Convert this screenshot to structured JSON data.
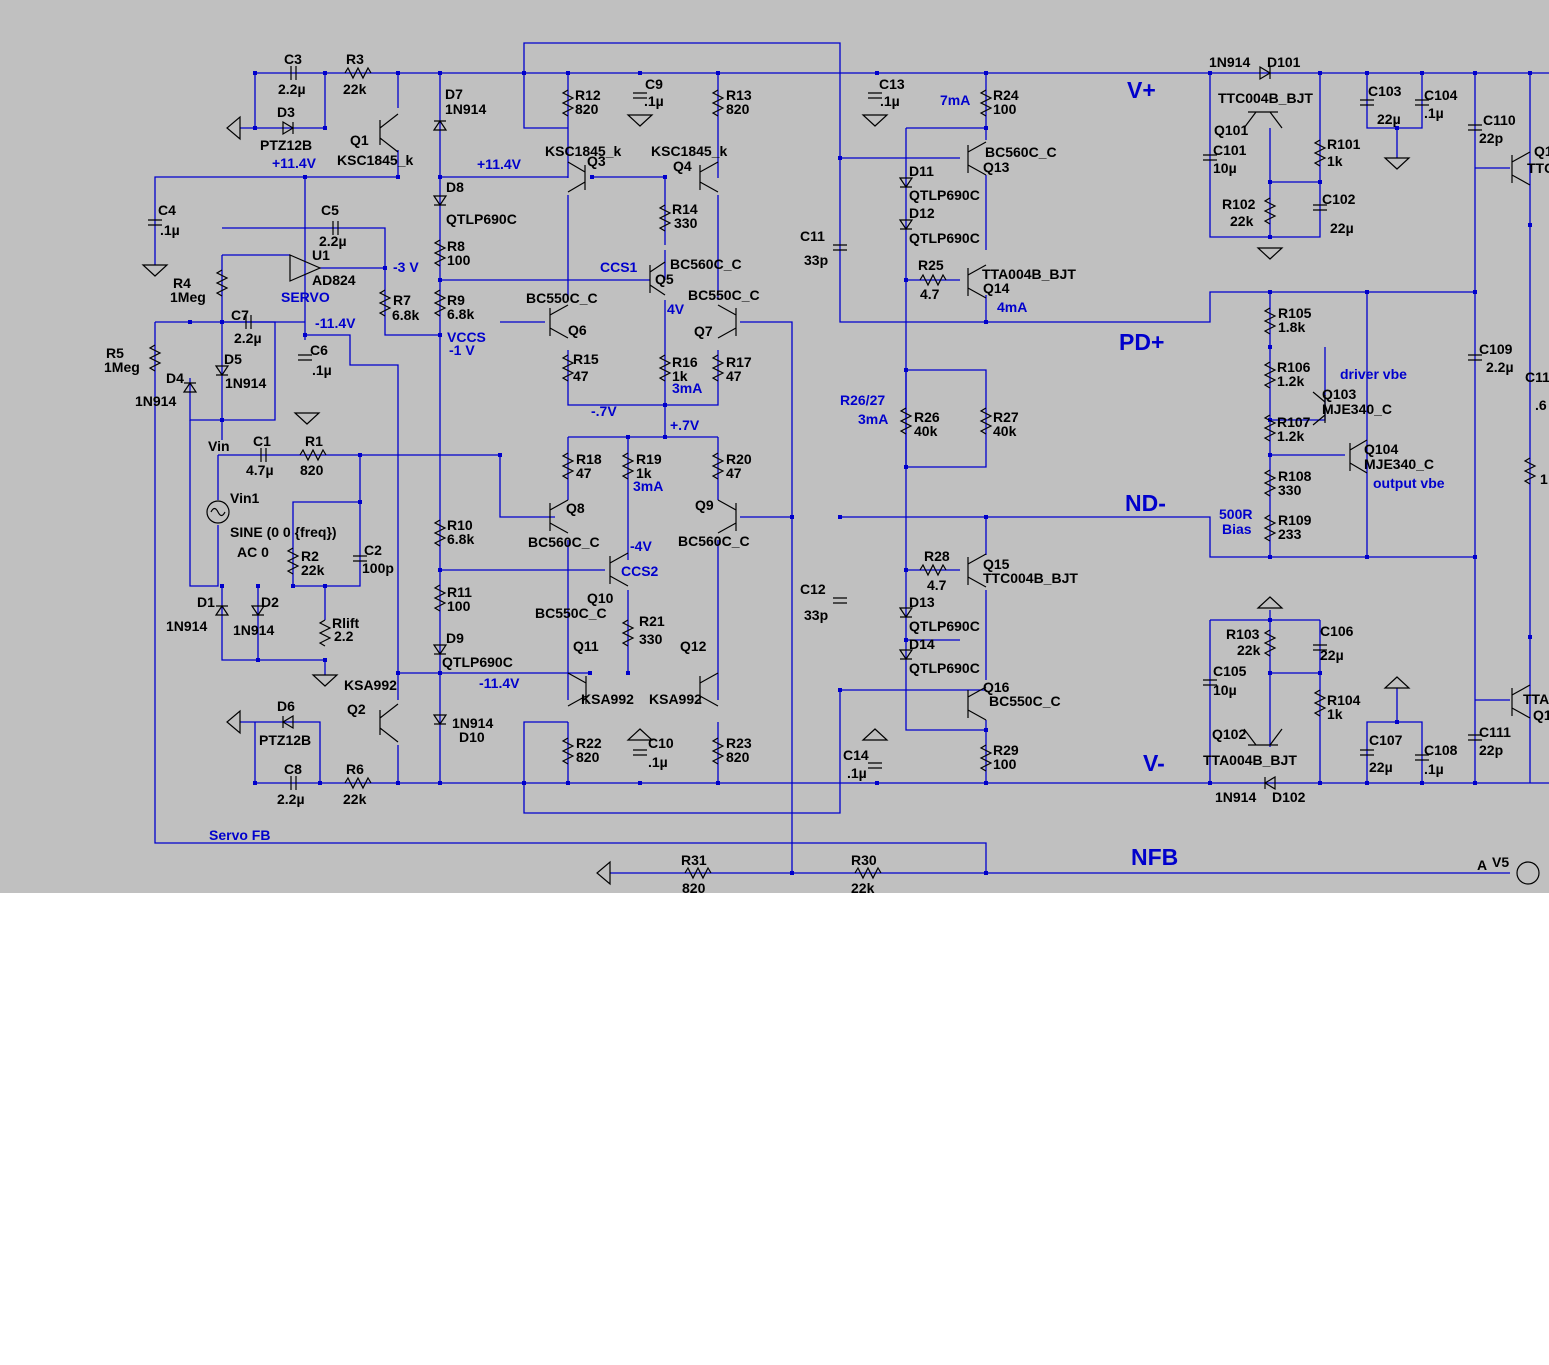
{
  "colors": {
    "background": "#c0c0c0",
    "wire": "#0000cc",
    "component_label": "#000000",
    "net_label": "#0000cc",
    "page": "#ffffff"
  },
  "rails": {
    "vpos": "V+",
    "vneg": "V-",
    "pd": "PD+",
    "nd": "ND-",
    "nfb": "NFB",
    "servo_fb": "Servo FB"
  },
  "annotations": {
    "plus_11_4a": "+11.4V",
    "plus_11_4b": "+11.4V",
    "minus_3": "-3 V",
    "minus_11_4a": "-11.4V",
    "minus_11_4b": "-11.4V",
    "servo": "SERVO",
    "vccs": "VCCS",
    "vccs_v": "-1 V",
    "ccs1": "CCS1",
    "ccs2": "CCS2",
    "four_v": "4V",
    "minus_4v": "-4V",
    "three_ma_a": "3mA",
    "three_ma_b": "3mA",
    "minus_07": "-.7V",
    "plus_07": "+.7V",
    "seven_ma": "7mA",
    "four_ma": "4mA",
    "r2627": "R26/27",
    "r2627_i": "3mA",
    "driver_vbe": "driver vbe",
    "output_vbe": "output vbe",
    "bias_500r": "500R",
    "bias": "Bias"
  },
  "labels": {
    "C3": "C3",
    "C3v": "2.2µ",
    "R3": "R3",
    "R3v": "22k",
    "D3": "D3",
    "D3v": "PTZ12B",
    "Q1": "Q1",
    "Q1t": "KSC1845_k",
    "D7": "D7",
    "D7v": "1N914",
    "C4": "C4",
    "C4v": ".1µ",
    "C5": "C5",
    "C5v": "2.2µ",
    "U1": "U1",
    "U1t": "AD824",
    "R4": "R4",
    "R4v": "1Meg",
    "C7": "C7",
    "C7v": "2.2µ",
    "D5": "D5",
    "D5v": "1N914",
    "R7": "R7",
    "R7v": "6.8k",
    "C6": "C6",
    "C6v": ".1µ",
    "R5": "R5",
    "R5v": "1Meg",
    "D4": "D4",
    "D4v": "1N914",
    "Vin": "Vin",
    "C1": "C1",
    "C1v": "4.7µ",
    "R1": "R1",
    "R1v": "820",
    "Vin1": "Vin1",
    "sine": "SINE (0 0 {freq})",
    "ac": "AC 0",
    "R2": "R2",
    "R2v": "22k",
    "C2": "C2",
    "C2v": "100p",
    "D1": "D1",
    "D1v": "1N914",
    "D2": "D2",
    "D2v": "1N914",
    "Rlift": "Rlift",
    "Rliftv": "2.2",
    "Q2t": "KSA992",
    "Q2": "Q2",
    "D6": "D6",
    "D6v": "PTZ12B",
    "C8": "C8",
    "C8v": "2.2µ",
    "R6": "R6",
    "R6v": "22k",
    "D8": "D8",
    "D8v": "QTLP690C",
    "R8": "R8",
    "R8v": "100",
    "R9": "R9",
    "R9v": "6.8k",
    "R10": "R10",
    "R10v": "6.8k",
    "R11": "R11",
    "R11v": "100",
    "D9": "D9",
    "D9v": "QTLP690C",
    "D10": "D10",
    "D10v": "1N914",
    "R12": "R12",
    "R12v": "820",
    "C9": "C9",
    "C9v": ".1µ",
    "R13": "R13",
    "R13v": "820",
    "Q3t": "KSC1845_k",
    "Q3": "Q3",
    "Q4t": "KSC1845_k",
    "Q4": "Q4",
    "R14": "R14",
    "R14v": "330",
    "Q5": "Q5",
    "Q5t": "BC560C_C",
    "Q6t": "BC550C_C",
    "Q6": "Q6",
    "Q7t": "BC550C_C",
    "Q7": "Q7",
    "R15": "R15",
    "R15v": "47",
    "R16": "R16",
    "R16v": "1k",
    "R17": "R17",
    "R17v": "47",
    "R18": "R18",
    "R18v": "47",
    "R19": "R19",
    "R19v": "1k",
    "R20": "R20",
    "R20v": "47",
    "Q8": "Q8",
    "Q8t": "BC560C_C",
    "Q9": "Q9",
    "Q9t": "BC560C_C",
    "Q10": "Q10",
    "Q10t": "BC550C_C",
    "R21": "R21",
    "R21v": "330",
    "Q11": "Q11",
    "Q12": "Q12",
    "Q11t": "KSA992",
    "Q12t": "KSA992",
    "R22": "R22",
    "R22v": "820",
    "C10": "C10",
    "C10v": ".1µ",
    "R23": "R23",
    "R23v": "820",
    "C11": "C11",
    "C11v": "33p",
    "C12": "C12",
    "C12v": "33p",
    "C13": "C13",
    "C13v": ".1µ",
    "C14": "C14",
    "C14v": ".1µ",
    "R24": "R24",
    "R24v": "100",
    "Q13t": "BC560C_C",
    "Q13": "Q13",
    "D11": "D11",
    "D11v": "QTLP690C",
    "D12": "D12",
    "D12v": "QTLP690C",
    "R25": "R25",
    "R25v": "4.7",
    "Q14t": "TTA004B_BJT",
    "Q14": "Q14",
    "R26": "R26",
    "R26v": "40k",
    "R27": "R27",
    "R27v": "40k",
    "R28": "R28",
    "R28v": "4.7",
    "Q15": "Q15",
    "Q15t": "TTC004B_BJT",
    "D13": "D13",
    "D13v": "QTLP690C",
    "D14": "D14",
    "D14v": "QTLP690C",
    "Q16": "Q16",
    "Q16t": "BC550C_C",
    "R29": "R29",
    "R29v": "100",
    "D101v": "1N914",
    "D101": "D101",
    "Q101t": "TTC004B_BJT",
    "Q101": "Q101",
    "C101": "C101",
    "C101v": "10µ",
    "R101": "R101",
    "R101v": "1k",
    "R102": "R102",
    "R102v": "22k",
    "C102": "C102",
    "C102v": "22µ",
    "C103": "C103",
    "C103v": "22µ",
    "C104": "C104",
    "C104v": ".1µ",
    "C110": "C110",
    "C110v": "22p",
    "C109": "C109",
    "C109v": "2.2µ",
    "R105": "R105",
    "R105v": "1.8k",
    "R106": "R106",
    "R106v": "1.2k",
    "R107": "R107",
    "R107v": "1.2k",
    "Q103": "Q103",
    "Q103t": "MJE340_C",
    "Q104": "Q104",
    "Q104t": "MJE340_C",
    "R108": "R108",
    "R108v": "330",
    "R109": "R109",
    "R109v": "233",
    "R103": "R103",
    "R103v": "22k",
    "C106": "C106",
    "C106v": "22µ",
    "C105": "C105",
    "C105v": "10µ",
    "R104": "R104",
    "R104v": "1k",
    "Q102": "Q102",
    "Q102t": "TTA004B_BJT",
    "C107": "C107",
    "C107v": "22µ",
    "C108": "C108",
    "C108v": ".1µ",
    "C111": "C111",
    "C111v": "22p",
    "D102v": "1N914",
    "D102": "D102",
    "R31": "R31",
    "R31v": "820",
    "R30": "R30",
    "R30v": "22k",
    "V5a": "A",
    "V5": "V5",
    "cut1": "Q1",
    "cut2": "TTC",
    "cut3": "C11",
    "cut4": ".6",
    "cut5": "1",
    "cut6": "TTA",
    "cut7": "Q1"
  }
}
